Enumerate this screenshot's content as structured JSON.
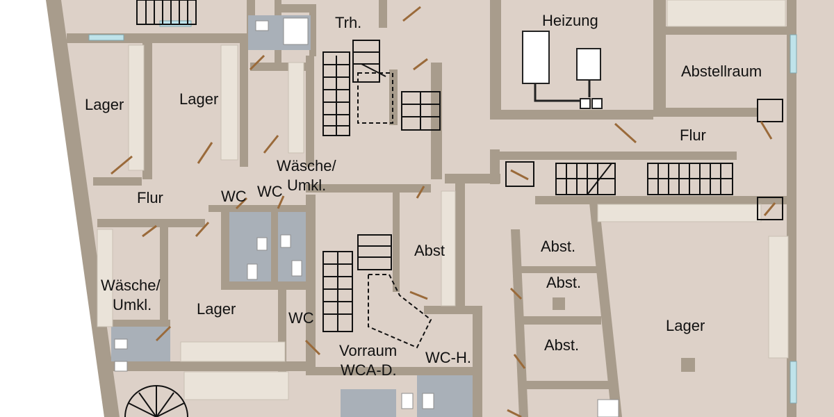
{
  "plan": {
    "colors": {
      "floor": "#ddd1c8",
      "wall": "#a89c8c",
      "tile": "#a9b0b8",
      "text": "#111111",
      "window": "#bfe3ea",
      "door": "#9a6a3a"
    },
    "rooms": [
      {
        "key": "trh",
        "label": "Trh."
      },
      {
        "key": "heizung",
        "label": "Heizung"
      },
      {
        "key": "abstellraum",
        "label": "Abstellraum"
      },
      {
        "key": "lager_a",
        "label": "Lager"
      },
      {
        "key": "lager_b",
        "label": "Lager"
      },
      {
        "key": "flur_right",
        "label": "Flur"
      },
      {
        "key": "waesche_1",
        "label": "Wäsche/"
      },
      {
        "key": "waesche_1b",
        "label": "Umkl."
      },
      {
        "key": "flur_left",
        "label": "Flur"
      },
      {
        "key": "wc_1",
        "label": "WC"
      },
      {
        "key": "wc_2",
        "label": "WC"
      },
      {
        "key": "abst_mid",
        "label": "Abst"
      },
      {
        "key": "abst_1",
        "label": "Abst."
      },
      {
        "key": "abst_2",
        "label": "Abst."
      },
      {
        "key": "abst_3",
        "label": "Abst."
      },
      {
        "key": "waesche_2",
        "label": "Wäsche/"
      },
      {
        "key": "waesche_2b",
        "label": "Umkl."
      },
      {
        "key": "lager_c",
        "label": "Lager"
      },
      {
        "key": "wc_3",
        "label": "WC"
      },
      {
        "key": "lager_big",
        "label": "Lager"
      },
      {
        "key": "vorraum",
        "label": "Vorraum"
      },
      {
        "key": "vorraum_b",
        "label": "WCA-D."
      },
      {
        "key": "wch",
        "label": "WC-H."
      }
    ]
  }
}
